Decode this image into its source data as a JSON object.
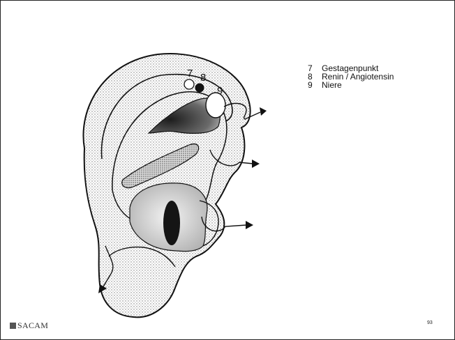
{
  "slide": {
    "point_labels": {
      "p7": "7",
      "p8": "8",
      "p9": "9"
    },
    "legend": [
      {
        "number": "7",
        "label": "Gestagenpunkt"
      },
      {
        "number": "8",
        "label": "Renin / Angiotensin"
      },
      {
        "number": "9",
        "label": "Niere"
      }
    ],
    "page_number": "93",
    "logo_text": "SACAM",
    "colors": {
      "line": "#111111",
      "shade": "#8a8a8a",
      "dark": "#1a1a1a"
    }
  }
}
